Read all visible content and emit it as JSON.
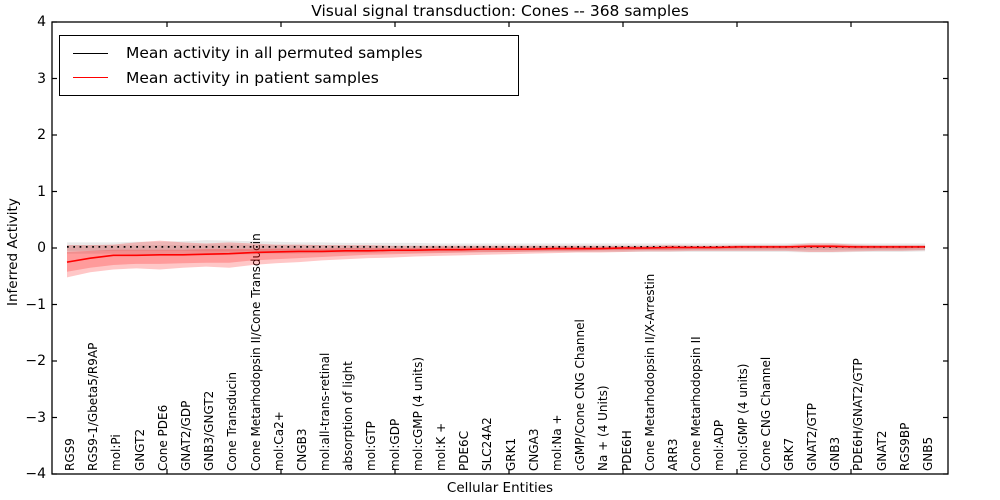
{
  "chart_data": {
    "type": "line",
    "title": "Visual signal transduction: Cones -- 368 samples",
    "xlabel": "Cellular Entities",
    "ylabel": "Inferred Activity",
    "ylim": [
      -4,
      4
    ],
    "yticks": [
      4,
      3,
      2,
      1,
      0,
      -1,
      -2,
      -3,
      -4
    ],
    "grid": false,
    "legend_position": "upper left",
    "categories": [
      "RGS9",
      "RGS9-1/Gbeta5/R9AP",
      "mol:Pi",
      "GNGT2",
      "Cone PDE6",
      "GNAT2/GDP",
      "GNB3/GNGT2",
      "Cone Transducin",
      "Cone Metarhodopsin II/Cone Transducin",
      "mol:Ca2+",
      "CNGB3",
      "mol:all-trans-retinal",
      "absorption of light",
      "mol:GTP",
      "mol:GDP",
      "mol:cGMP (4 units)",
      "mol:K +",
      "PDE6C",
      "SLC24A2",
      "GRK1",
      "CNGA3",
      "mol:Na +",
      "cGMP/Cone CNG Channel",
      "Na + (4 Units)",
      "PDE6H",
      "Cone Metarhodopsin II/X-Arrestin",
      "ARR3",
      "Cone Metarhodopsin II",
      "mol:ADP",
      "mol:GMP (4 units)",
      "Cone CNG Channel",
      "GRK7",
      "GNAT2/GTP",
      "GNB3",
      "PDE6H/GNAT2/GTP",
      "GNAT2",
      "RGS9BP",
      "GNB5"
    ],
    "series": [
      {
        "name": "Mean activity in all permuted samples",
        "color": "#000000",
        "line_style": "dotted",
        "band_color": "#777777",
        "band_alpha": 0.16,
        "values": [
          0.02,
          0.02,
          0.02,
          0.02,
          0.02,
          0.02,
          0.02,
          0.02,
          0.02,
          0.02,
          0.02,
          0.02,
          0.02,
          0.02,
          0.02,
          0.02,
          0.02,
          0.02,
          0.02,
          0.02,
          0.02,
          0.02,
          0.02,
          0.02,
          0.02,
          0.02,
          0.02,
          0.02,
          0.02,
          0.02,
          0.02,
          0.02,
          0.02,
          0.02,
          0.02,
          0.02,
          0.02,
          0.02
        ],
        "band_outer": {
          "upper": [
            0.1,
            0.1,
            0.1,
            0.11,
            0.11,
            0.12,
            0.14,
            0.13,
            0.12,
            0.11,
            0.1,
            0.1,
            0.09,
            0.09,
            0.09,
            0.09,
            0.08,
            0.08,
            0.08,
            0.08,
            0.08,
            0.08,
            0.08,
            0.08,
            0.08,
            0.08,
            0.08,
            0.08,
            0.08,
            0.08,
            0.08,
            0.08,
            0.09,
            0.09,
            0.08,
            0.08,
            0.08,
            0.08
          ],
          "lower": [
            -0.1,
            -0.1,
            -0.1,
            -0.11,
            -0.11,
            -0.12,
            -0.13,
            -0.12,
            -0.11,
            -0.1,
            -0.1,
            -0.09,
            -0.09,
            -0.09,
            -0.08,
            -0.08,
            -0.08,
            -0.08,
            -0.08,
            -0.07,
            -0.07,
            -0.07,
            -0.07,
            -0.07,
            -0.07,
            -0.07,
            -0.07,
            -0.07,
            -0.07,
            -0.07,
            -0.07,
            -0.07,
            -0.08,
            -0.08,
            -0.07,
            -0.07,
            -0.07,
            -0.06
          ]
        },
        "band_inner": {
          "upper": [
            0.05,
            0.05,
            0.05,
            0.05,
            0.05,
            0.05,
            0.06,
            0.06,
            0.05,
            0.05,
            0.05,
            0.05,
            0.04,
            0.04,
            0.04,
            0.04,
            0.04,
            0.04,
            0.04,
            0.04,
            0.04,
            0.04,
            0.04,
            0.04,
            0.04,
            0.04,
            0.04,
            0.04,
            0.04,
            0.04,
            0.04,
            0.04,
            0.04,
            0.04,
            0.04,
            0.04,
            0.04,
            0.04
          ],
          "lower": [
            -0.05,
            -0.05,
            -0.05,
            -0.05,
            -0.05,
            -0.05,
            -0.06,
            -0.06,
            -0.05,
            -0.05,
            -0.05,
            -0.05,
            -0.04,
            -0.04,
            -0.04,
            -0.04,
            -0.04,
            -0.04,
            -0.04,
            -0.04,
            -0.04,
            -0.04,
            -0.04,
            -0.04,
            -0.04,
            -0.04,
            -0.04,
            -0.04,
            -0.04,
            -0.04,
            -0.04,
            -0.04,
            -0.04,
            -0.04,
            -0.04,
            -0.04,
            -0.04,
            -0.04
          ]
        }
      },
      {
        "name": "Mean activity in patient samples",
        "color": "#ff0000",
        "line_style": "solid",
        "band_color": "#ff0000",
        "band_alpha": 0.22,
        "values": [
          -0.25,
          -0.18,
          -0.13,
          -0.13,
          -0.12,
          -0.12,
          -0.11,
          -0.1,
          -0.08,
          -0.07,
          -0.06,
          -0.06,
          -0.05,
          -0.05,
          -0.04,
          -0.04,
          -0.03,
          -0.03,
          -0.02,
          -0.02,
          -0.02,
          -0.01,
          -0.01,
          -0.01,
          0.0,
          0.0,
          0.01,
          0.01,
          0.01,
          0.02,
          0.02,
          0.02,
          0.03,
          0.03,
          0.02,
          0.02,
          0.02,
          0.02
        ],
        "band_outer": {
          "upper": [
            0.05,
            0.05,
            0.06,
            0.1,
            0.13,
            0.1,
            0.08,
            0.1,
            0.08,
            0.06,
            0.06,
            0.05,
            0.05,
            0.05,
            0.04,
            0.04,
            0.04,
            0.04,
            0.04,
            0.04,
            0.04,
            0.04,
            0.04,
            0.04,
            0.04,
            0.04,
            0.05,
            0.04,
            0.04,
            0.05,
            0.05,
            0.05,
            0.08,
            0.08,
            0.06,
            0.05,
            0.05,
            0.05
          ],
          "lower": [
            -0.52,
            -0.43,
            -0.38,
            -0.36,
            -0.38,
            -0.35,
            -0.33,
            -0.35,
            -0.3,
            -0.27,
            -0.25,
            -0.22,
            -0.2,
            -0.18,
            -0.17,
            -0.15,
            -0.14,
            -0.13,
            -0.12,
            -0.11,
            -0.1,
            -0.09,
            -0.08,
            -0.08,
            -0.07,
            -0.06,
            -0.06,
            -0.05,
            -0.05,
            -0.05,
            -0.05,
            -0.05,
            -0.07,
            -0.07,
            -0.06,
            -0.05,
            -0.05,
            -0.04
          ]
        },
        "band_inner": {
          "upper": [
            -0.07,
            -0.05,
            -0.03,
            -0.03,
            -0.03,
            -0.03,
            -0.02,
            -0.02,
            -0.02,
            -0.01,
            -0.01,
            -0.01,
            0.0,
            0.0,
            0.0,
            0.0,
            0.01,
            0.01,
            0.01,
            0.01,
            0.01,
            0.01,
            0.01,
            0.01,
            0.02,
            0.02,
            0.02,
            0.02,
            0.02,
            0.03,
            0.03,
            0.03,
            0.05,
            0.05,
            0.04,
            0.03,
            0.03,
            0.03
          ],
          "lower": [
            -0.42,
            -0.35,
            -0.3,
            -0.28,
            -0.28,
            -0.27,
            -0.26,
            -0.26,
            -0.22,
            -0.2,
            -0.18,
            -0.16,
            -0.14,
            -0.12,
            -0.11,
            -0.1,
            -0.09,
            -0.08,
            -0.07,
            -0.07,
            -0.06,
            -0.05,
            -0.05,
            -0.04,
            -0.04,
            -0.03,
            -0.03,
            -0.02,
            -0.02,
            -0.01,
            -0.01,
            -0.01,
            0.0,
            0.0,
            -0.01,
            -0.01,
            -0.01,
            0.0
          ]
        }
      }
    ]
  }
}
